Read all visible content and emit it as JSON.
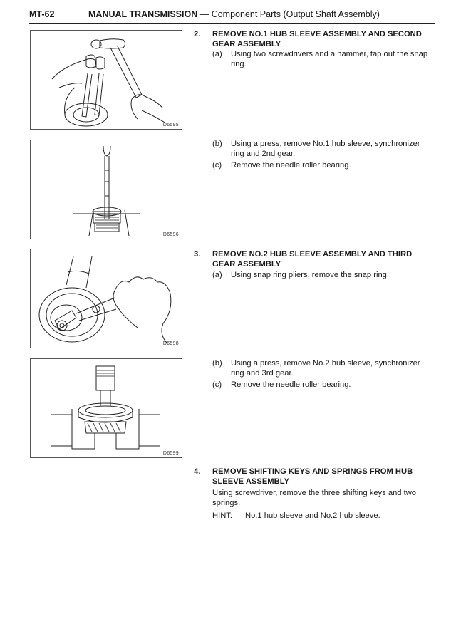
{
  "header": {
    "page_number": "MT-62",
    "section": "MANUAL TRANSMISSION",
    "separator": " — ",
    "subtitle": "Component Parts (Output Shaft Assembly)"
  },
  "figures": [
    {
      "code": "D6595",
      "description": "Two screwdrivers and hammer tapping out snap ring"
    },
    {
      "code": "D6596",
      "description": "Press removing No.1 hub sleeve and 2nd gear"
    },
    {
      "code": "D6598",
      "description": "Snap ring pliers removing snap ring"
    },
    {
      "code": "D6599",
      "description": "Press removing No.2 hub sleeve and 3rd gear"
    }
  ],
  "steps": [
    {
      "number": "2.",
      "heading": "REMOVE NO.1 HUB SLEEVE ASSEMBLY AND SECOND GEAR ASSEMBLY",
      "substeps": [
        {
          "label": "(a)",
          "text": "Using two screwdrivers and a hammer, tap out the snap ring."
        },
        {
          "label": "(b)",
          "text": "Using a press, remove No.1 hub sleeve, synchronizer ring and 2nd gear."
        },
        {
          "label": "(c)",
          "text": "Remove the needle roller bearing."
        }
      ]
    },
    {
      "number": "3.",
      "heading": "REMOVE NO.2 HUB SLEEVE ASSEMBLY AND THIRD GEAR ASSEMBLY",
      "substeps": [
        {
          "label": "(a)",
          "text": "Using snap ring pliers, remove the snap ring."
        },
        {
          "label": "(b)",
          "text": "Using a press, remove No.2 hub sleeve, synchronizer ring and 3rd gear."
        },
        {
          "label": "(c)",
          "text": "Remove the needle roller bearing."
        }
      ]
    },
    {
      "number": "4.",
      "heading": "REMOVE SHIFTING KEYS AND SPRINGS FROM HUB SLEEVE ASSEMBLY",
      "body": "Using screwdriver, remove the three shifting keys and two springs.",
      "hint_label": "HINT:",
      "hint_text": "No.1 hub sleeve and No.2 hub sleeve."
    }
  ]
}
